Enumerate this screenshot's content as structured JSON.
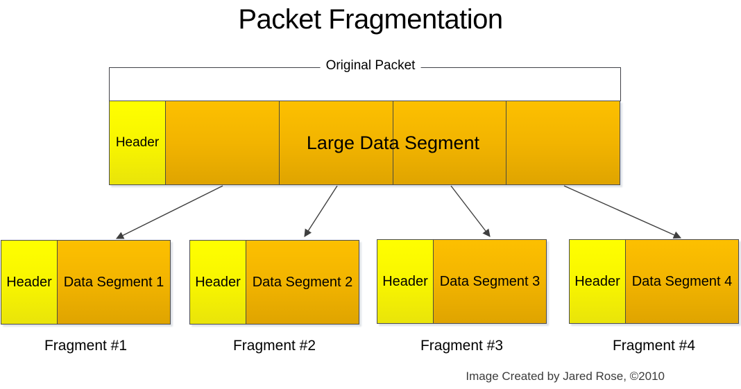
{
  "title": "Packet Fragmentation",
  "original_packet": {
    "label": "Original Packet",
    "header_label": "Header",
    "data_label": "Large Data Segment",
    "segment_count": 4
  },
  "fragments": [
    {
      "header_label": "Header",
      "data_label": "Data Segment 1",
      "caption": "Fragment #1"
    },
    {
      "header_label": "Header",
      "data_label": "Data Segment 2",
      "caption": "Fragment #2"
    },
    {
      "header_label": "Header",
      "data_label": "Data Segment 3",
      "caption": "Fragment #3"
    },
    {
      "header_label": "Header",
      "data_label": "Data Segment 4",
      "caption": "Fragment #4"
    }
  ],
  "credit": "Image Created by Jared Rose, ©2010",
  "colors": {
    "header_fill_top": "#ffff00",
    "header_fill_bottom": "#e9e40a",
    "segment_fill_top": "#fdc000",
    "segment_fill_bottom": "#dfa400",
    "box_border": "#4a4c58",
    "arrow": "#3f3f3f",
    "shadow": "#dfe3e8"
  }
}
